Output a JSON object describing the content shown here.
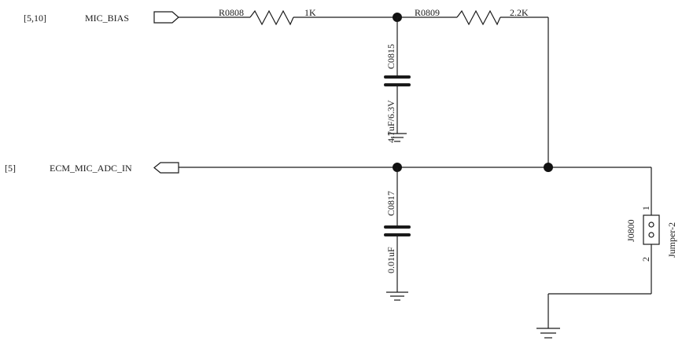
{
  "nets": {
    "mic_bias": {
      "ref": "[5,10]",
      "name": "MIC_BIAS"
    },
    "ecm_in": {
      "ref": "[5]",
      "name": "ECM_MIC_ADC_IN"
    }
  },
  "resistors": [
    {
      "ref": "R0808",
      "value": "1K"
    },
    {
      "ref": "R0809",
      "value": "2.2K"
    }
  ],
  "capacitors": [
    {
      "ref": "C0815",
      "value": "4.7uF/6.3V"
    },
    {
      "ref": "C0817",
      "value": "0.01uF"
    }
  ],
  "jumper": {
    "ref": "J0800",
    "type": "Jumper-2",
    "pin1": "1",
    "pin2": "2"
  }
}
